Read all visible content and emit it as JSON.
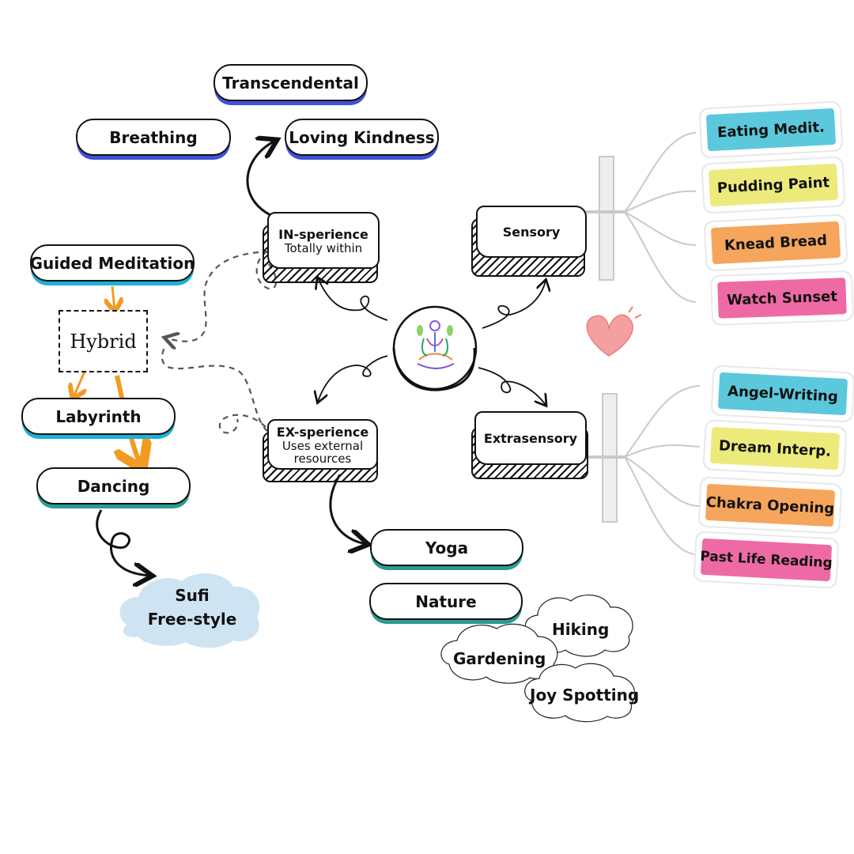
{
  "center": {
    "icon": "meditation-figure-icon"
  },
  "nodes": {
    "in": {
      "title": "IN-sperience",
      "subtitle": "Totally within"
    },
    "ex": {
      "title": "EX-sperience",
      "subtitle_line1": "Uses external",
      "subtitle_line2": "resources"
    },
    "sensory": {
      "title": "Sensory"
    },
    "extrasensory": {
      "title": "Extrasensory"
    }
  },
  "in_items": [
    "Transcendental",
    "Breathing",
    "Loving Kindness"
  ],
  "left_items": {
    "guided": "Guided Meditation",
    "hybrid": "Hybrid",
    "labyrinth": "Labyrinth",
    "dancing": "Dancing",
    "sufi_line1": "Sufi",
    "sufi_line2": "Free-style"
  },
  "ex_items": [
    "Yoga",
    "Nature"
  ],
  "nature_clouds": [
    "Hiking",
    "Gardening",
    "Joy Spotting"
  ],
  "sensory_tags": [
    "Eating Medit.",
    "Pudding Paint",
    "Knead Bread",
    "Watch Sunset"
  ],
  "extrasensory_tags": [
    "Angel-Writing",
    "Dream Interp.",
    "Chakra Opening",
    "Past Life Reading"
  ],
  "colors": {
    "blue": "#3f51d8",
    "cyan": "#1ab2d6",
    "teal": "#2a9c8e",
    "tag_cyan": "#5bc8dc",
    "tag_yellow": "#ecea7a",
    "tag_orange": "#f5a55c",
    "tag_pink": "#ee6aa4",
    "orange_arrow": "#f39a22",
    "heart": "#f08a8a",
    "cloud": "#cfe4f2"
  }
}
